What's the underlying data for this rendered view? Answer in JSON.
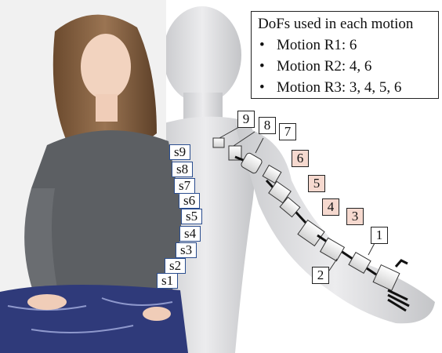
{
  "legend": {
    "title": "DoFs used in each motion",
    "items": [
      "Motion R1: 6",
      "Motion R2: 4, 6",
      "Motion R3: 3, 4, 5, 6"
    ],
    "bullet": "•"
  },
  "sensor_labels": [
    "s9",
    "s8",
    "s7",
    "s6",
    "s5",
    "s4",
    "s3",
    "s2",
    "s1"
  ],
  "dof_labels": [
    {
      "text": "9",
      "highlight": false
    },
    {
      "text": "8",
      "highlight": false
    },
    {
      "text": "7",
      "highlight": false
    },
    {
      "text": "6",
      "highlight": true
    },
    {
      "text": "5",
      "highlight": true
    },
    {
      "text": "4",
      "highlight": true
    },
    {
      "text": "3",
      "highlight": true
    },
    {
      "text": "1",
      "highlight": false
    },
    {
      "text": "2",
      "highlight": false
    }
  ],
  "colors": {
    "highlight_fill": "#f6d9cf",
    "sensor_border": "#2a4d8f",
    "mannequin": "#dcdde0"
  }
}
